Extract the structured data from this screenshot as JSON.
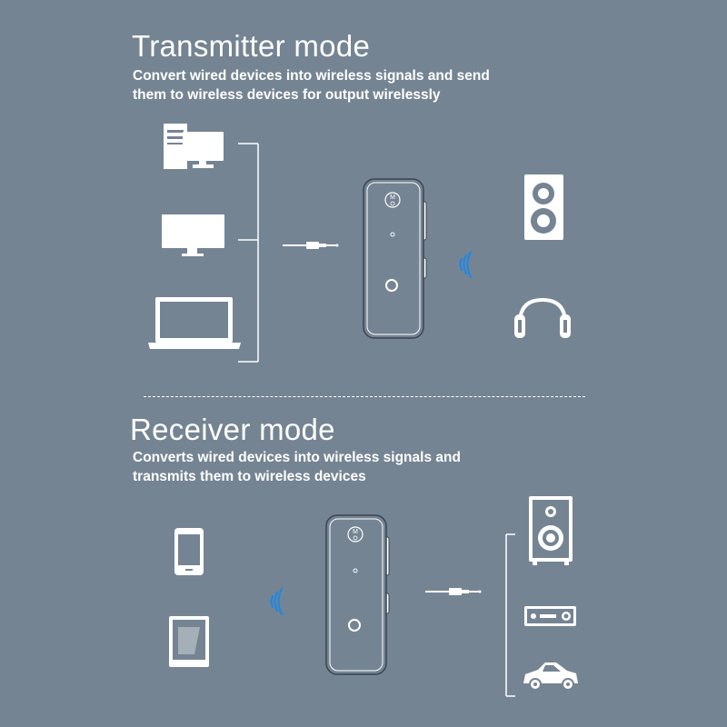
{
  "transmitter": {
    "title": "Transmitter mode",
    "description_line1": "Convert wired devices into wireless signals and send",
    "description_line2": "them to wireless devices for output wirelessly"
  },
  "receiver": {
    "title": "Receiver mode",
    "description_line1": "Converts wired devices into wireless signals and",
    "description_line2": "transmits them to wireless devices"
  },
  "device_button_label": "M",
  "icons": {
    "transmitter_sources": [
      "desktop-computer-icon",
      "monitor-icon",
      "laptop-icon"
    ],
    "transmitter_outputs": [
      "speaker-icon",
      "headphones-icon"
    ],
    "receiver_sources": [
      "smartphone-icon",
      "tablet-icon"
    ],
    "receiver_outputs": [
      "hifi-speaker-icon",
      "amplifier-icon",
      "car-icon"
    ],
    "connectors": [
      "audio-cable-icon",
      "wireless-signal-icon",
      "bluetooth-adapter-icon"
    ]
  },
  "colors": {
    "background": "#758493",
    "foreground": "#ffffff",
    "device_border": "#3a4550",
    "signal": "#1e88e5"
  }
}
